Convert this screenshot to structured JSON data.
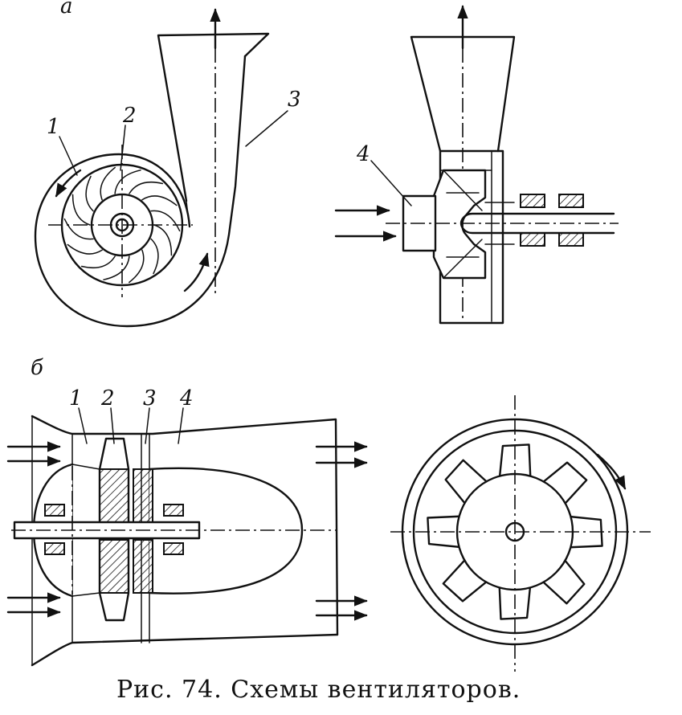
{
  "figure": {
    "caption": "Рис. 74.  Схемы  вентиляторов.",
    "part_a": {
      "letter": "a",
      "labels": [
        "1",
        "2",
        "3",
        "4"
      ]
    },
    "part_b": {
      "letter": "б",
      "labels": [
        "1",
        "2",
        "3",
        "4"
      ]
    }
  }
}
